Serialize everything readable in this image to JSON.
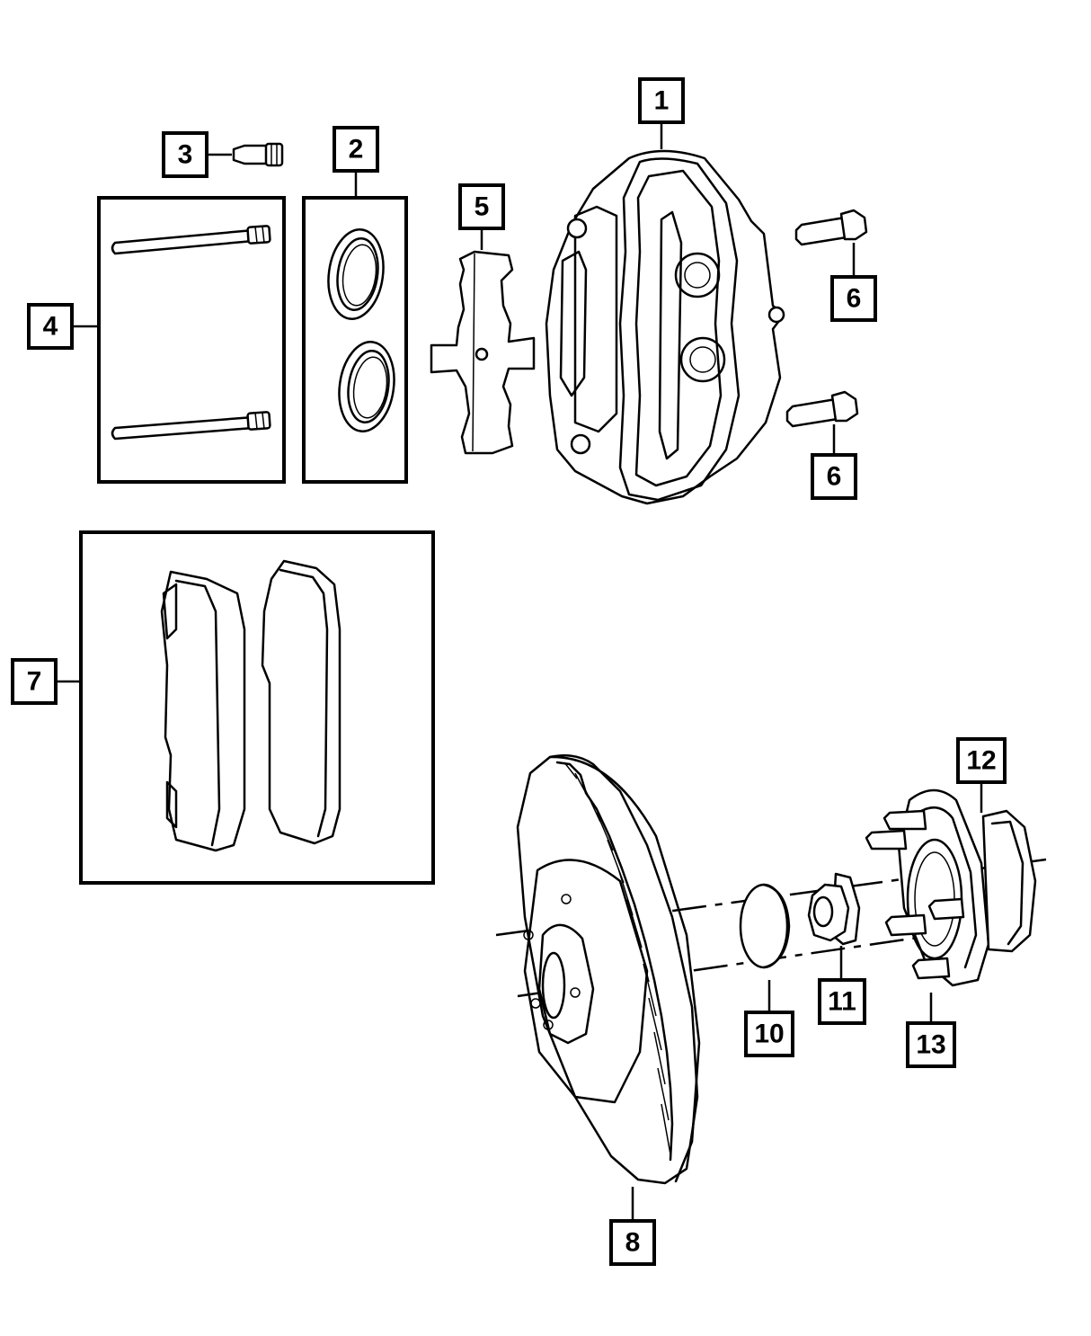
{
  "callouts": {
    "c1": "1",
    "c2": "2",
    "c3": "3",
    "c4": "4",
    "c5": "5",
    "c6a": "6",
    "c6b": "6",
    "c7": "7",
    "c8": "8",
    "c10": "10",
    "c11": "11",
    "c12": "12",
    "c13": "13"
  }
}
